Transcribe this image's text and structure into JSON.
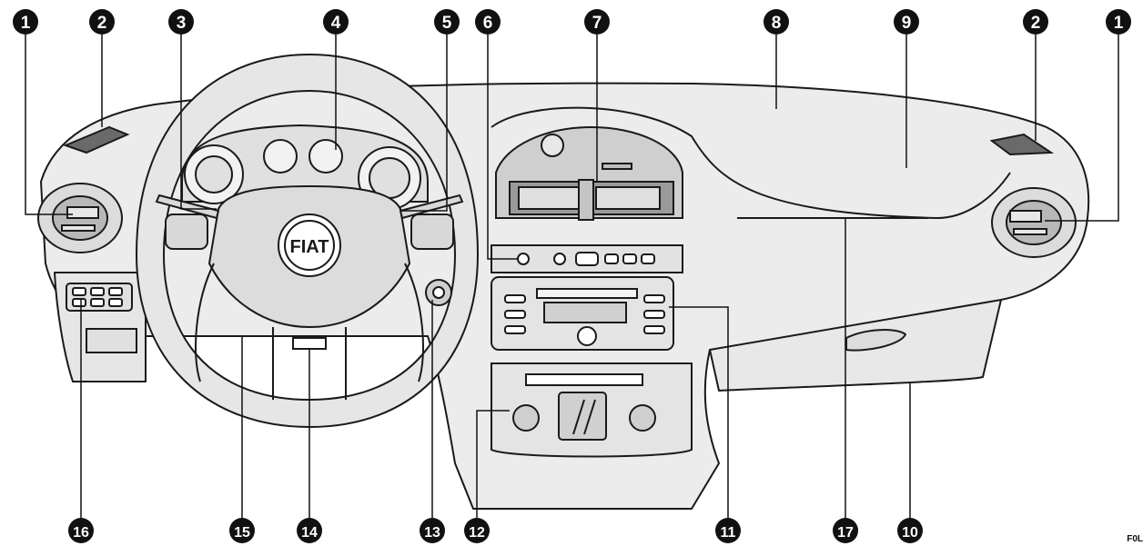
{
  "figure_code": "F0L",
  "brand_logo": "FIAT",
  "callouts": {
    "c1_left": "1",
    "c2_left": "2",
    "c3": "3",
    "c4": "4",
    "c5": "5",
    "c6": "6",
    "c7": "7",
    "c8": "8",
    "c9": "9",
    "c2_right": "2",
    "c1_right": "1",
    "c16": "16",
    "c15": "15",
    "c14": "14",
    "c13": "13",
    "c12": "12",
    "c11": "11",
    "c17": "17",
    "c10": "10"
  }
}
